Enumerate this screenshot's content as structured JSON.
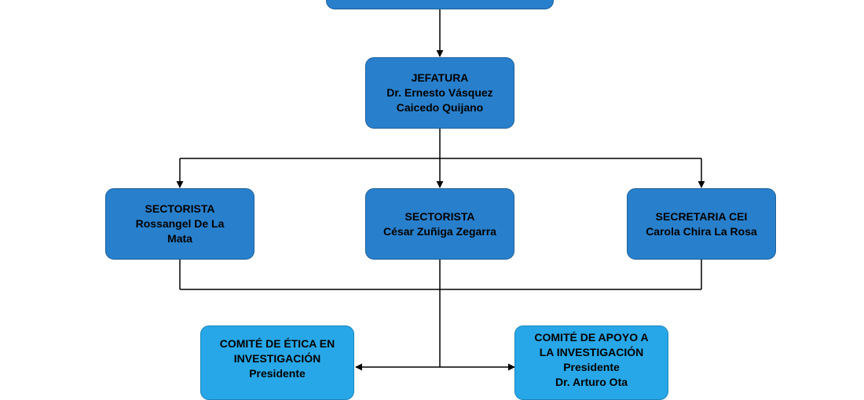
{
  "nodes": {
    "top": {
      "lines": []
    },
    "jefatura": {
      "lines": [
        "JEFATURA",
        "Dr. Ernesto Vásquez",
        "Caicedo Quijano"
      ]
    },
    "sectorista_1": {
      "lines": [
        "SECTORISTA",
        "Rossangel De La",
        "Mata"
      ]
    },
    "sectorista_2": {
      "lines": [
        "SECTORISTA",
        "César Zuñiga Zegarra"
      ]
    },
    "secretaria": {
      "lines": [
        "SECRETARIA CEI",
        "Carola Chira La Rosa"
      ]
    },
    "comite_etica": {
      "lines": [
        "COMITÉ DE ÉTICA EN",
        "INVESTIGACIÓN",
        "Presidente"
      ]
    },
    "comite_apoyo": {
      "lines": [
        "COMITÉ DE APOYO A",
        "LA INVESTIGACIÓN",
        "Presidente",
        "Dr. Arturo Ota"
      ]
    }
  },
  "colors": {
    "box_dark": "#2880cc",
    "box_light": "#27a7e7",
    "connector": "#000000"
  }
}
